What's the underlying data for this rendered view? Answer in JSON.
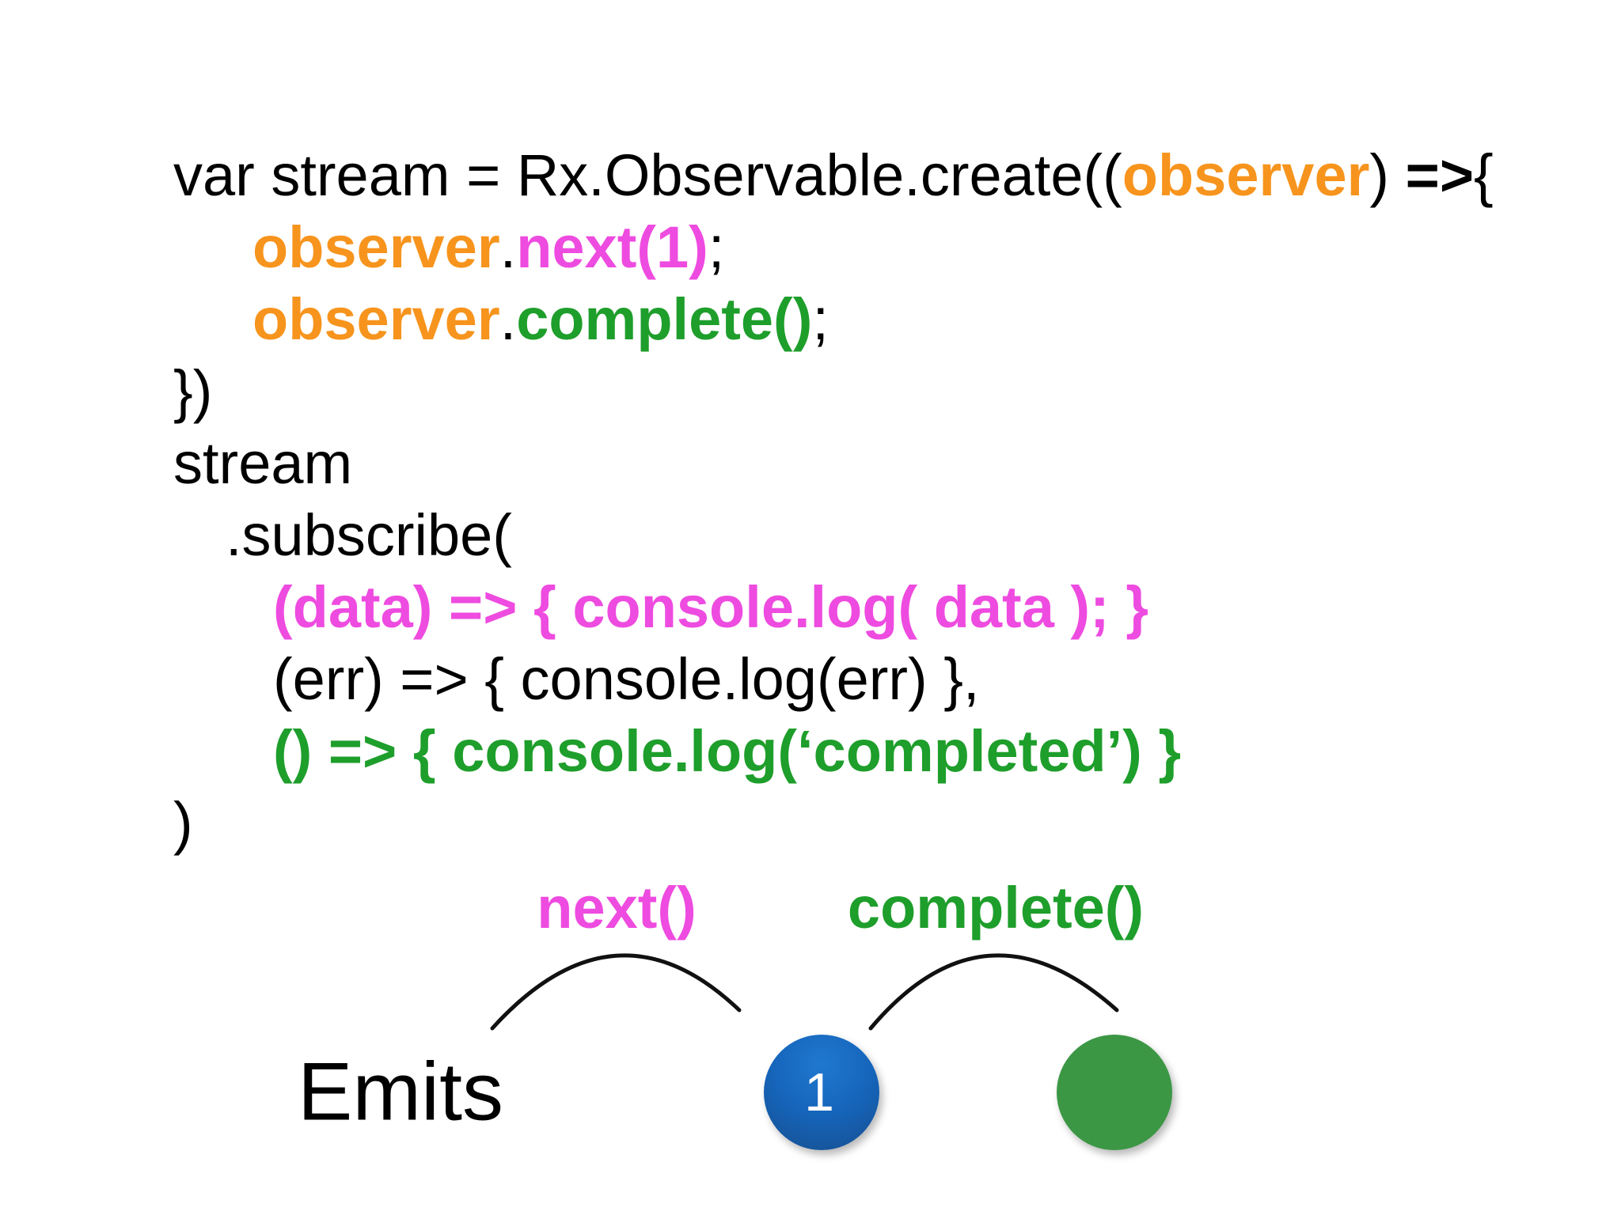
{
  "colors": {
    "background": "#ffffff",
    "code_text": "#000000",
    "orange": "#f7941d",
    "magenta": "#ee4be0",
    "green": "#1e9e2b",
    "line": "#111111",
    "marble_blue_light": "#2079cf",
    "marble_blue_mid": "#1565bb",
    "marble_blue_dark": "#174e8e",
    "marble_green": "#3c9745",
    "marble_text": "#ffffff"
  },
  "code": {
    "lines": [
      {
        "indent": 0,
        "segments": [
          {
            "t": "var stream = Rx.Observable.create((",
            "c": "code_text",
            "b": false
          },
          {
            "t": "observer",
            "c": "orange",
            "b": true
          },
          {
            "t": ") ",
            "c": "code_text",
            "b": false
          },
          {
            "t": "=>",
            "c": "code_text",
            "b": true
          },
          {
            "t": "{",
            "c": "code_text",
            "b": false
          }
        ]
      },
      {
        "indent": 100,
        "segments": [
          {
            "t": "observer",
            "c": "orange",
            "b": true
          },
          {
            "t": ".",
            "c": "code_text",
            "b": false
          },
          {
            "t": "next(1)",
            "c": "magenta",
            "b": true
          },
          {
            "t": ";",
            "c": "code_text",
            "b": false
          }
        ]
      },
      {
        "indent": 100,
        "segments": [
          {
            "t": "observer",
            "c": "orange",
            "b": true
          },
          {
            "t": ".",
            "c": "code_text",
            "b": false
          },
          {
            "t": "complete()",
            "c": "green",
            "b": true
          },
          {
            "t": ";",
            "c": "code_text",
            "b": false
          }
        ]
      },
      {
        "indent": 0,
        "segments": [
          {
            "t": "})",
            "c": "code_text",
            "b": false
          }
        ]
      },
      {
        "indent": 0,
        "segments": [
          {
            "t": "stream",
            "c": "code_text",
            "b": false
          }
        ]
      },
      {
        "indent": 66,
        "segments": [
          {
            "t": ".subscribe(",
            "c": "code_text",
            "b": false
          }
        ]
      },
      {
        "indent": 126,
        "segments": [
          {
            "t": "(data) => { console.log( data ); }",
            "c": "magenta",
            "b": true
          }
        ]
      },
      {
        "indent": 126,
        "segments": [
          {
            "t": "(err) => { console.log(err) },",
            "c": "code_text",
            "b": false
          }
        ]
      },
      {
        "indent": 126,
        "segments": [
          {
            "t": "() => { console.log(‘completed’) }",
            "c": "green",
            "b": true
          }
        ]
      },
      {
        "indent": 0,
        "segments": [
          {
            "t": ")",
            "c": "code_text",
            "b": false
          }
        ]
      }
    ]
  },
  "diagram": {
    "next_label": "next()",
    "complete_label": "complete()",
    "emits_label": "Emits",
    "marble_value": "1"
  }
}
